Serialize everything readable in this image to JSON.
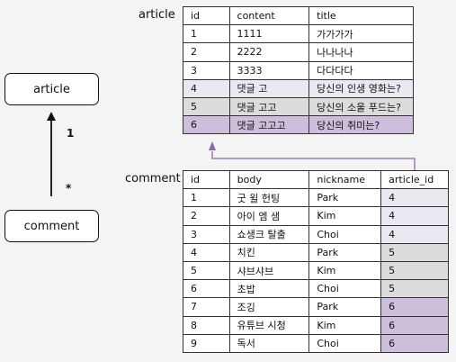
{
  "entities": {
    "article": "article",
    "comment": "comment"
  },
  "relationship": {
    "one": "1",
    "many": "*"
  },
  "article_table": {
    "label": "article",
    "headers": [
      "id",
      "content",
      "title"
    ],
    "rows": [
      {
        "id": "1",
        "content": "1111",
        "title": "가가가가",
        "hl": ""
      },
      {
        "id": "2",
        "content": "2222",
        "title": "나나나나",
        "hl": ""
      },
      {
        "id": "3",
        "content": "3333",
        "title": "다다다다",
        "hl": ""
      },
      {
        "id": "4",
        "content": "댓글 고",
        "title": "당신의 인생 영화는?",
        "hl": "light"
      },
      {
        "id": "5",
        "content": "댓글 고고",
        "title": "당신의 소울 푸드는?",
        "hl": "gray"
      },
      {
        "id": "6",
        "content": "댓글 고고고",
        "title": "당신의 취미는?",
        "hl": "purple"
      }
    ]
  },
  "comment_table": {
    "label": "comment",
    "headers": [
      "id",
      "body",
      "nickname",
      "article_id"
    ],
    "rows": [
      {
        "id": "1",
        "body": "굿 윌 헌팅",
        "nickname": "Park",
        "article_id": "4",
        "hl": "light"
      },
      {
        "id": "2",
        "body": "아이 엠 샘",
        "nickname": "Kim",
        "article_id": "4",
        "hl": "light"
      },
      {
        "id": "3",
        "body": "쇼생크 탈출",
        "nickname": "Choi",
        "article_id": "4",
        "hl": "light"
      },
      {
        "id": "4",
        "body": "치킨",
        "nickname": "Park",
        "article_id": "5",
        "hl": "gray"
      },
      {
        "id": "5",
        "body": "샤브샤브",
        "nickname": "Kim",
        "article_id": "5",
        "hl": "gray"
      },
      {
        "id": "6",
        "body": "초밥",
        "nickname": "Choi",
        "article_id": "5",
        "hl": "gray"
      },
      {
        "id": "7",
        "body": "조깅",
        "nickname": "Park",
        "article_id": "6",
        "hl": "purple"
      },
      {
        "id": "8",
        "body": "유튜브 시청",
        "nickname": "Kim",
        "article_id": "6",
        "hl": "purple"
      },
      {
        "id": "9",
        "body": "독서",
        "nickname": "Choi",
        "article_id": "6",
        "hl": "purple"
      }
    ]
  },
  "colors": {
    "highlight_light": "#ece8f1",
    "highlight_gray": "#dcdcdc",
    "highlight_purple": "#cdbfdc",
    "fk_arrow": "#8a6aa8"
  }
}
